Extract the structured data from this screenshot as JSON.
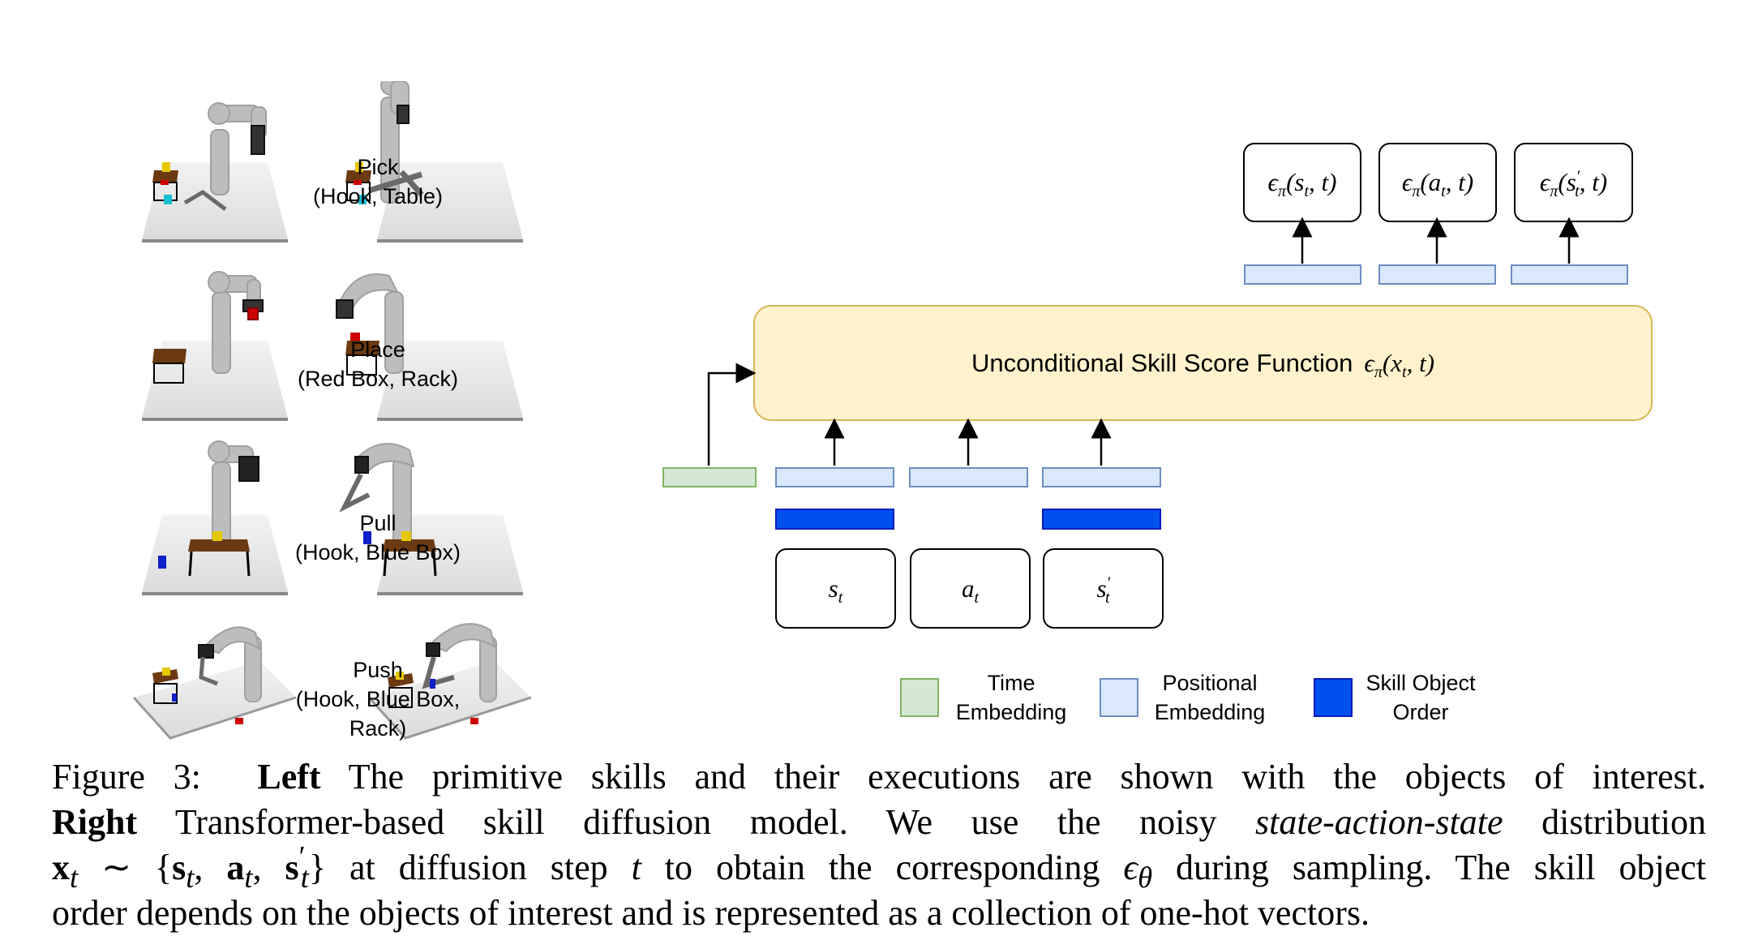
{
  "skills": [
    {
      "name": "Pick",
      "args": "(Hook, Table)"
    },
    {
      "name": "Place",
      "args": "(Red Box, Rack)"
    },
    {
      "name": "Pull",
      "args": "(Hook, Blue Box)"
    },
    {
      "name": "Push",
      "args_line1": "(Hook, Blue Box,",
      "args_line2": "Rack)"
    }
  ],
  "diagram": {
    "score_function_label": "Unconditional Skill Score Function",
    "outputs": [
      "ϵπ(st, t)",
      "ϵπ(at, t)",
      "ϵπ(s′t, t)"
    ],
    "inputs": [
      "st",
      "at",
      "s′t"
    ],
    "legend": {
      "time": {
        "line1": "Time",
        "line2": "Embedding"
      },
      "positional": {
        "line1": "Positional",
        "line2": "Embedding"
      },
      "order": {
        "line1": "Skill Object",
        "line2": "Order"
      }
    },
    "colors": {
      "time_fill": "#d5e8d4",
      "time_stroke": "#82b366",
      "pos_fill": "#dae8fc",
      "pos_stroke": "#6c8ebf",
      "order_fill": "#0050ef",
      "order_stroke": "#001dbc",
      "score_fill": "#fff2cc",
      "score_stroke": "#d6b656"
    }
  },
  "caption": {
    "figure_label": "Figure 3:",
    "left_label": "Left",
    "left_text": "The primitive skills and their executions are shown with the objects of interest.",
    "right_label": "Right",
    "right_text_a": "Transformer-based skill diffusion model.  We use the noisy",
    "right_italic": "state-action-state",
    "right_text_b": "distribution",
    "line3_a": "at diffusion step",
    "line3_b": "to obtain the corresponding",
    "line3_c": "during sampling. The skill object",
    "line4": "order depends on the objects of interest and is represented as a collection of one-hot vectors."
  }
}
